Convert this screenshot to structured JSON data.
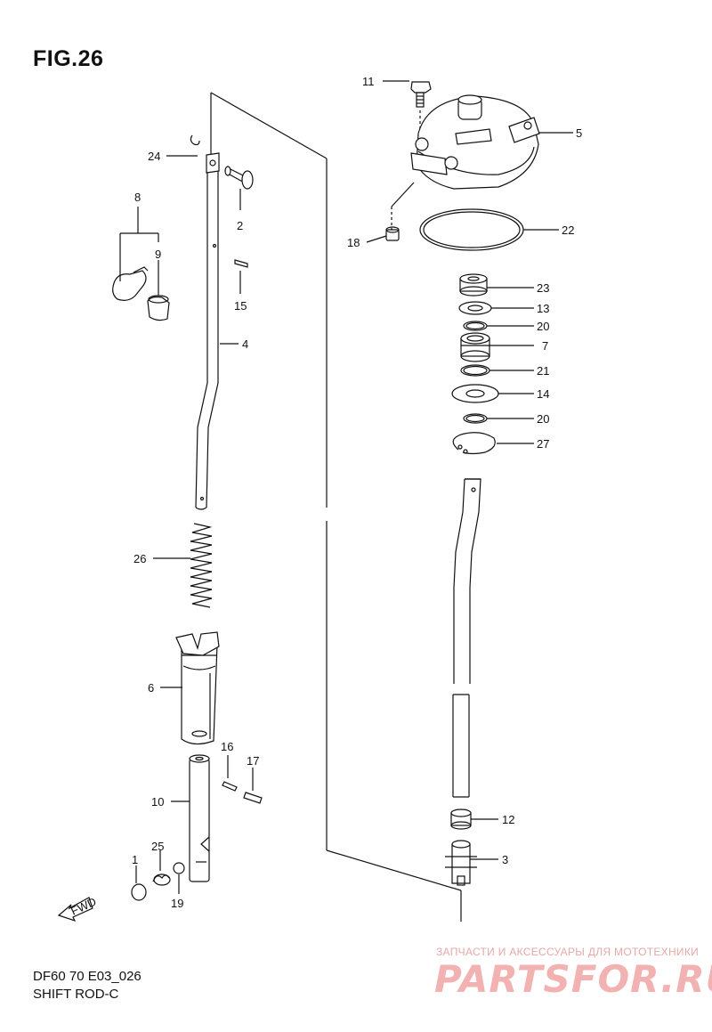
{
  "figure": {
    "title": "FIG.26"
  },
  "footer": {
    "model_code": "DF60 70 E03_026",
    "section_name": "SHIFT ROD-C"
  },
  "watermark": {
    "tagline": "ЗАПЧАСТИ И АКСЕССУАРЫ ДЛЯ МОТОТЕХНИКИ",
    "brand": "PARTSFOR.RU"
  },
  "fwd_label": "FWD",
  "callouts": [
    {
      "id": "11",
      "label": "11"
    },
    {
      "id": "5",
      "label": "5"
    },
    {
      "id": "24",
      "label": "24"
    },
    {
      "id": "2",
      "label": "2"
    },
    {
      "id": "8",
      "label": "8"
    },
    {
      "id": "9",
      "label": "9"
    },
    {
      "id": "15",
      "label": "15"
    },
    {
      "id": "18",
      "label": "18"
    },
    {
      "id": "22",
      "label": "22"
    },
    {
      "id": "23",
      "label": "23"
    },
    {
      "id": "13",
      "label": "13"
    },
    {
      "id": "20a",
      "label": "20"
    },
    {
      "id": "7",
      "label": "7"
    },
    {
      "id": "4",
      "label": "4"
    },
    {
      "id": "21",
      "label": "21"
    },
    {
      "id": "14",
      "label": "14"
    },
    {
      "id": "20b",
      "label": "20"
    },
    {
      "id": "27",
      "label": "27"
    },
    {
      "id": "26",
      "label": "26"
    },
    {
      "id": "6",
      "label": "6"
    },
    {
      "id": "16",
      "label": "16"
    },
    {
      "id": "17",
      "label": "17"
    },
    {
      "id": "10",
      "label": "10"
    },
    {
      "id": "12",
      "label": "12"
    },
    {
      "id": "3",
      "label": "3"
    },
    {
      "id": "25",
      "label": "25"
    },
    {
      "id": "1",
      "label": "1"
    },
    {
      "id": "19",
      "label": "19"
    }
  ]
}
